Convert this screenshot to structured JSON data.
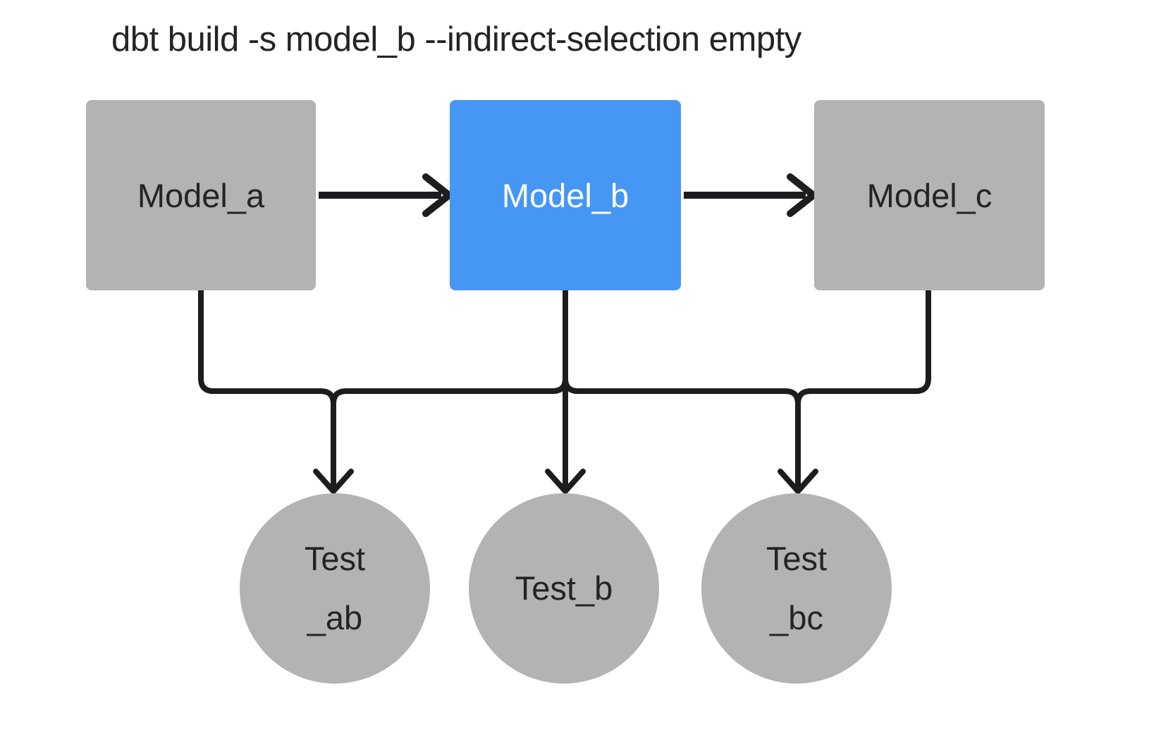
{
  "title": "dbt build -s model_b --indirect-selection empty",
  "nodes": {
    "model_a": {
      "label": "Model_a",
      "type": "model",
      "selected": false
    },
    "model_b": {
      "label": "Model_b",
      "type": "model",
      "selected": true
    },
    "model_c": {
      "label": "Model_c",
      "type": "model",
      "selected": false
    },
    "test_ab": {
      "label_line1": "Test",
      "label_line2": "_ab",
      "type": "test"
    },
    "test_b": {
      "label_line1": "Test_b",
      "label_line2": "",
      "type": "test"
    },
    "test_bc": {
      "label_line1": "Test",
      "label_line2": "_bc",
      "type": "test"
    }
  },
  "edges": [
    {
      "from": "model_a",
      "to": "model_b",
      "kind": "model-dependency"
    },
    {
      "from": "model_b",
      "to": "model_c",
      "kind": "model-dependency"
    },
    {
      "from": "model_a",
      "to": "test_ab",
      "kind": "test-dependency"
    },
    {
      "from": "model_b",
      "to": "test_ab",
      "kind": "test-dependency"
    },
    {
      "from": "model_b",
      "to": "test_b",
      "kind": "test-dependency"
    },
    {
      "from": "model_b",
      "to": "test_bc",
      "kind": "test-dependency"
    },
    {
      "from": "model_c",
      "to": "test_bc",
      "kind": "test-dependency"
    }
  ],
  "colors": {
    "background": "#ffffff",
    "node_gray": "#b3b3b3",
    "selected_blue": "#4696f4",
    "line": "#1d1d1f",
    "text_dark": "#242426",
    "text_on_blue": "#ffffff"
  }
}
